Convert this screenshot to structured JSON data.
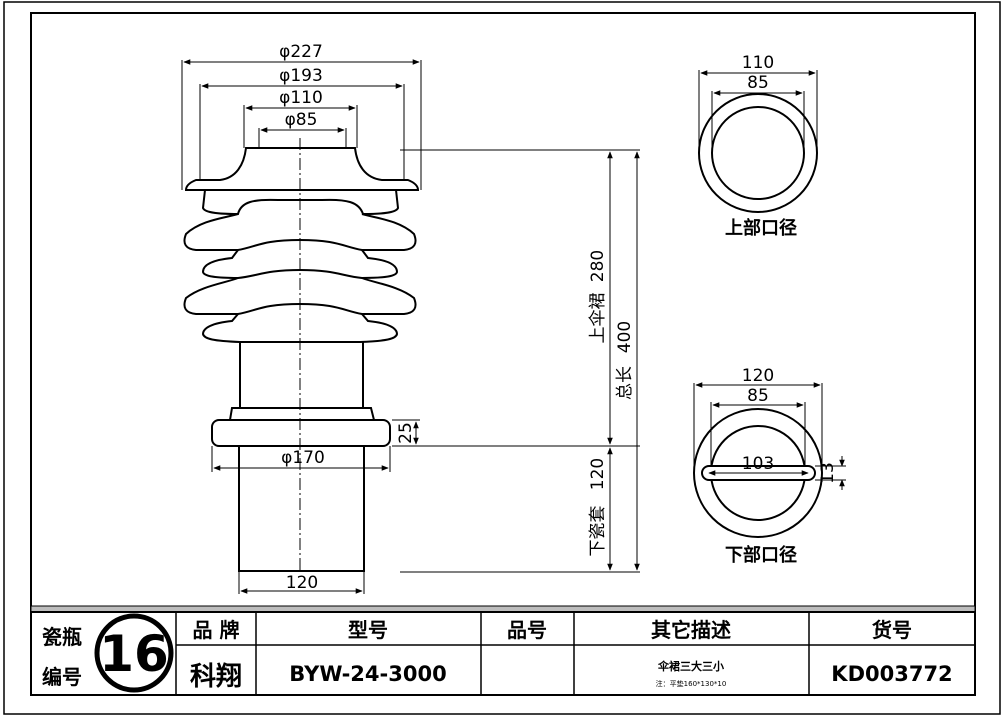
{
  "top_dims": {
    "d227": "φ227",
    "d193": "φ193",
    "d110": "φ110",
    "d85": "φ85"
  },
  "flange_dim": "φ170",
  "bottom_width": "120",
  "flange_height": "25",
  "side_dims": {
    "upper_skirt_value": "280",
    "upper_skirt_label": "上伞裙",
    "total_value": "400",
    "total_label": "总长",
    "lower_value": "120",
    "lower_label": "下瓷套"
  },
  "upper_view": {
    "outer": "110",
    "inner": "85",
    "caption": "上部口径"
  },
  "lower_view": {
    "outer": "120",
    "inner": "85",
    "slot": "103",
    "slot_width": "13",
    "caption": "下部口径"
  },
  "title_block": {
    "label_1": "瓷瓶",
    "label_2": "编号",
    "number": "16",
    "brand_header": "品 牌",
    "brand_value": "科翔",
    "model_header": "型号",
    "model_value": "BYW-24-3000",
    "part_header": "品号",
    "part_value": "",
    "desc_header": "其它描述",
    "desc_value": "伞裙三大三小",
    "desc_note": "注：平垫160*130*10",
    "item_header": "货号",
    "item_value": "KD003772"
  }
}
